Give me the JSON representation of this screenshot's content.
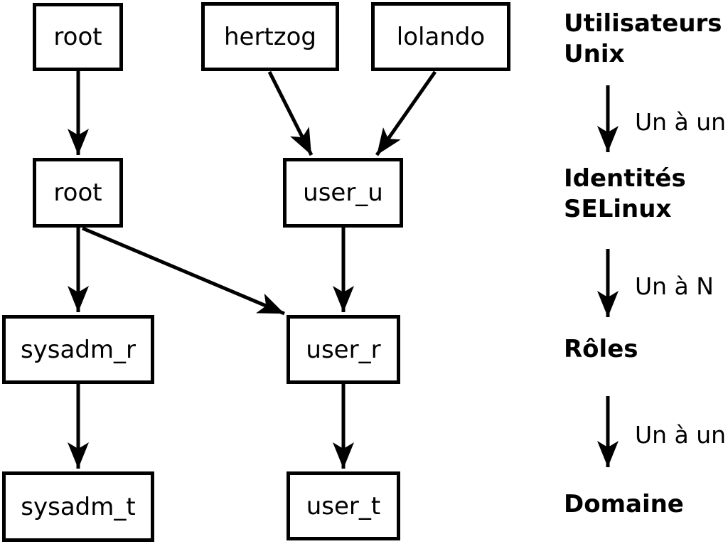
{
  "colors": {
    "ink": "#000000",
    "paper": "#ffffff"
  },
  "diagram": {
    "nodes": [
      {
        "id": "unix-root",
        "label": "root"
      },
      {
        "id": "unix-hertzog",
        "label": "hertzog"
      },
      {
        "id": "unix-lolando",
        "label": "lolando"
      },
      {
        "id": "selinux-root",
        "label": "root"
      },
      {
        "id": "selinux-user-u",
        "label": "user_u"
      },
      {
        "id": "role-sysadm-r",
        "label": "sysadm_r"
      },
      {
        "id": "role-user-r",
        "label": "user_r"
      },
      {
        "id": "domain-sysadm-t",
        "label": "sysadm_t"
      },
      {
        "id": "domain-user-t",
        "label": "user_t"
      }
    ],
    "edges": [
      {
        "from": "unix-root",
        "to": "selinux-root"
      },
      {
        "from": "unix-hertzog",
        "to": "selinux-user-u"
      },
      {
        "from": "unix-lolando",
        "to": "selinux-user-u"
      },
      {
        "from": "selinux-root",
        "to": "role-sysadm-r"
      },
      {
        "from": "selinux-root",
        "to": "role-user-r"
      },
      {
        "from": "selinux-user-u",
        "to": "role-user-r"
      },
      {
        "from": "role-sysadm-r",
        "to": "domain-sysadm-t"
      },
      {
        "from": "role-user-r",
        "to": "domain-user-t"
      }
    ]
  },
  "legend": {
    "unix_title": "Utilisateurs\nUnix",
    "relation_unix_selinux": "Un à un",
    "selinux_title": "Identités\nSELinux",
    "relation_selinux_roles": "Un à N",
    "roles_title": "Rôles",
    "relation_roles_domain": "Un à un",
    "domain_title": "Domaine"
  }
}
